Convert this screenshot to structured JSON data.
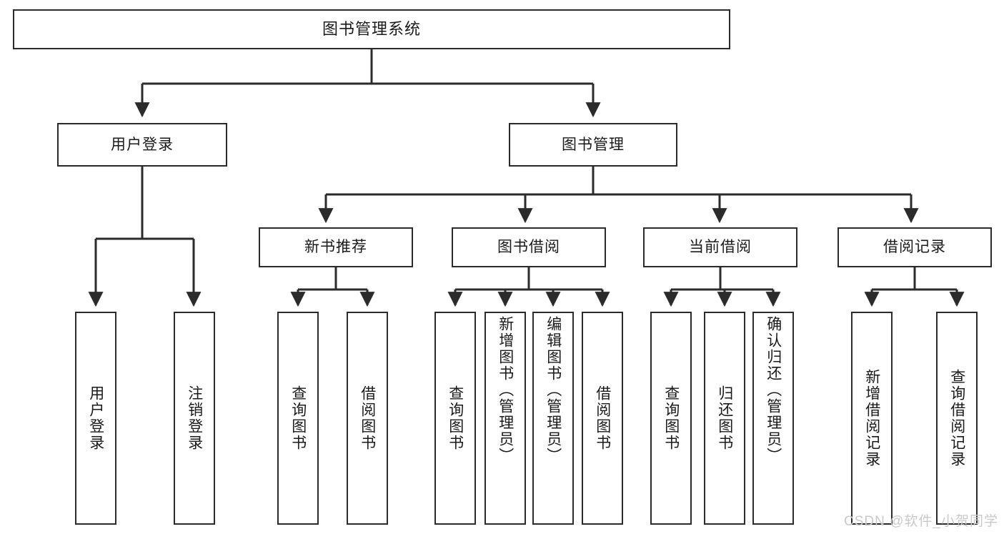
{
  "diagram": {
    "title": "图书管理系统",
    "watermark": "CSDN @软件_小贺同学",
    "colors": {
      "box_border": "#2b2b2b",
      "box_fill": "#ffffff",
      "connector": "#2b2b2b",
      "text": "#1a1a1a",
      "watermark": "#c9c9c9"
    },
    "nodes": {
      "root": {
        "label": "图书管理系统"
      },
      "level2": [
        {
          "label": "用户登录"
        },
        {
          "label": "图书管理"
        }
      ],
      "level3": [
        {
          "label": "新书推荐"
        },
        {
          "label": "图书借阅"
        },
        {
          "label": "当前借阅"
        },
        {
          "label": "借阅记录"
        }
      ],
      "leaves": {
        "user_login": [
          {
            "label": "用户登录"
          },
          {
            "label": "注销登录"
          }
        ],
        "new_book_recommend": [
          {
            "label": "查询图书"
          },
          {
            "label": "借阅图书"
          }
        ],
        "book_borrow": [
          {
            "label": "查询图书"
          },
          {
            "label": "新增图书（管理员）"
          },
          {
            "label": "编辑图书（管理员）"
          },
          {
            "label": "借阅图书"
          }
        ],
        "current_borrow": [
          {
            "label": "查询图书"
          },
          {
            "label": "归还图书"
          },
          {
            "label": "确认归还（管理员）"
          }
        ],
        "borrow_record": [
          {
            "label": "新增借阅记录"
          },
          {
            "label": "查询借阅记录"
          }
        ]
      }
    }
  }
}
